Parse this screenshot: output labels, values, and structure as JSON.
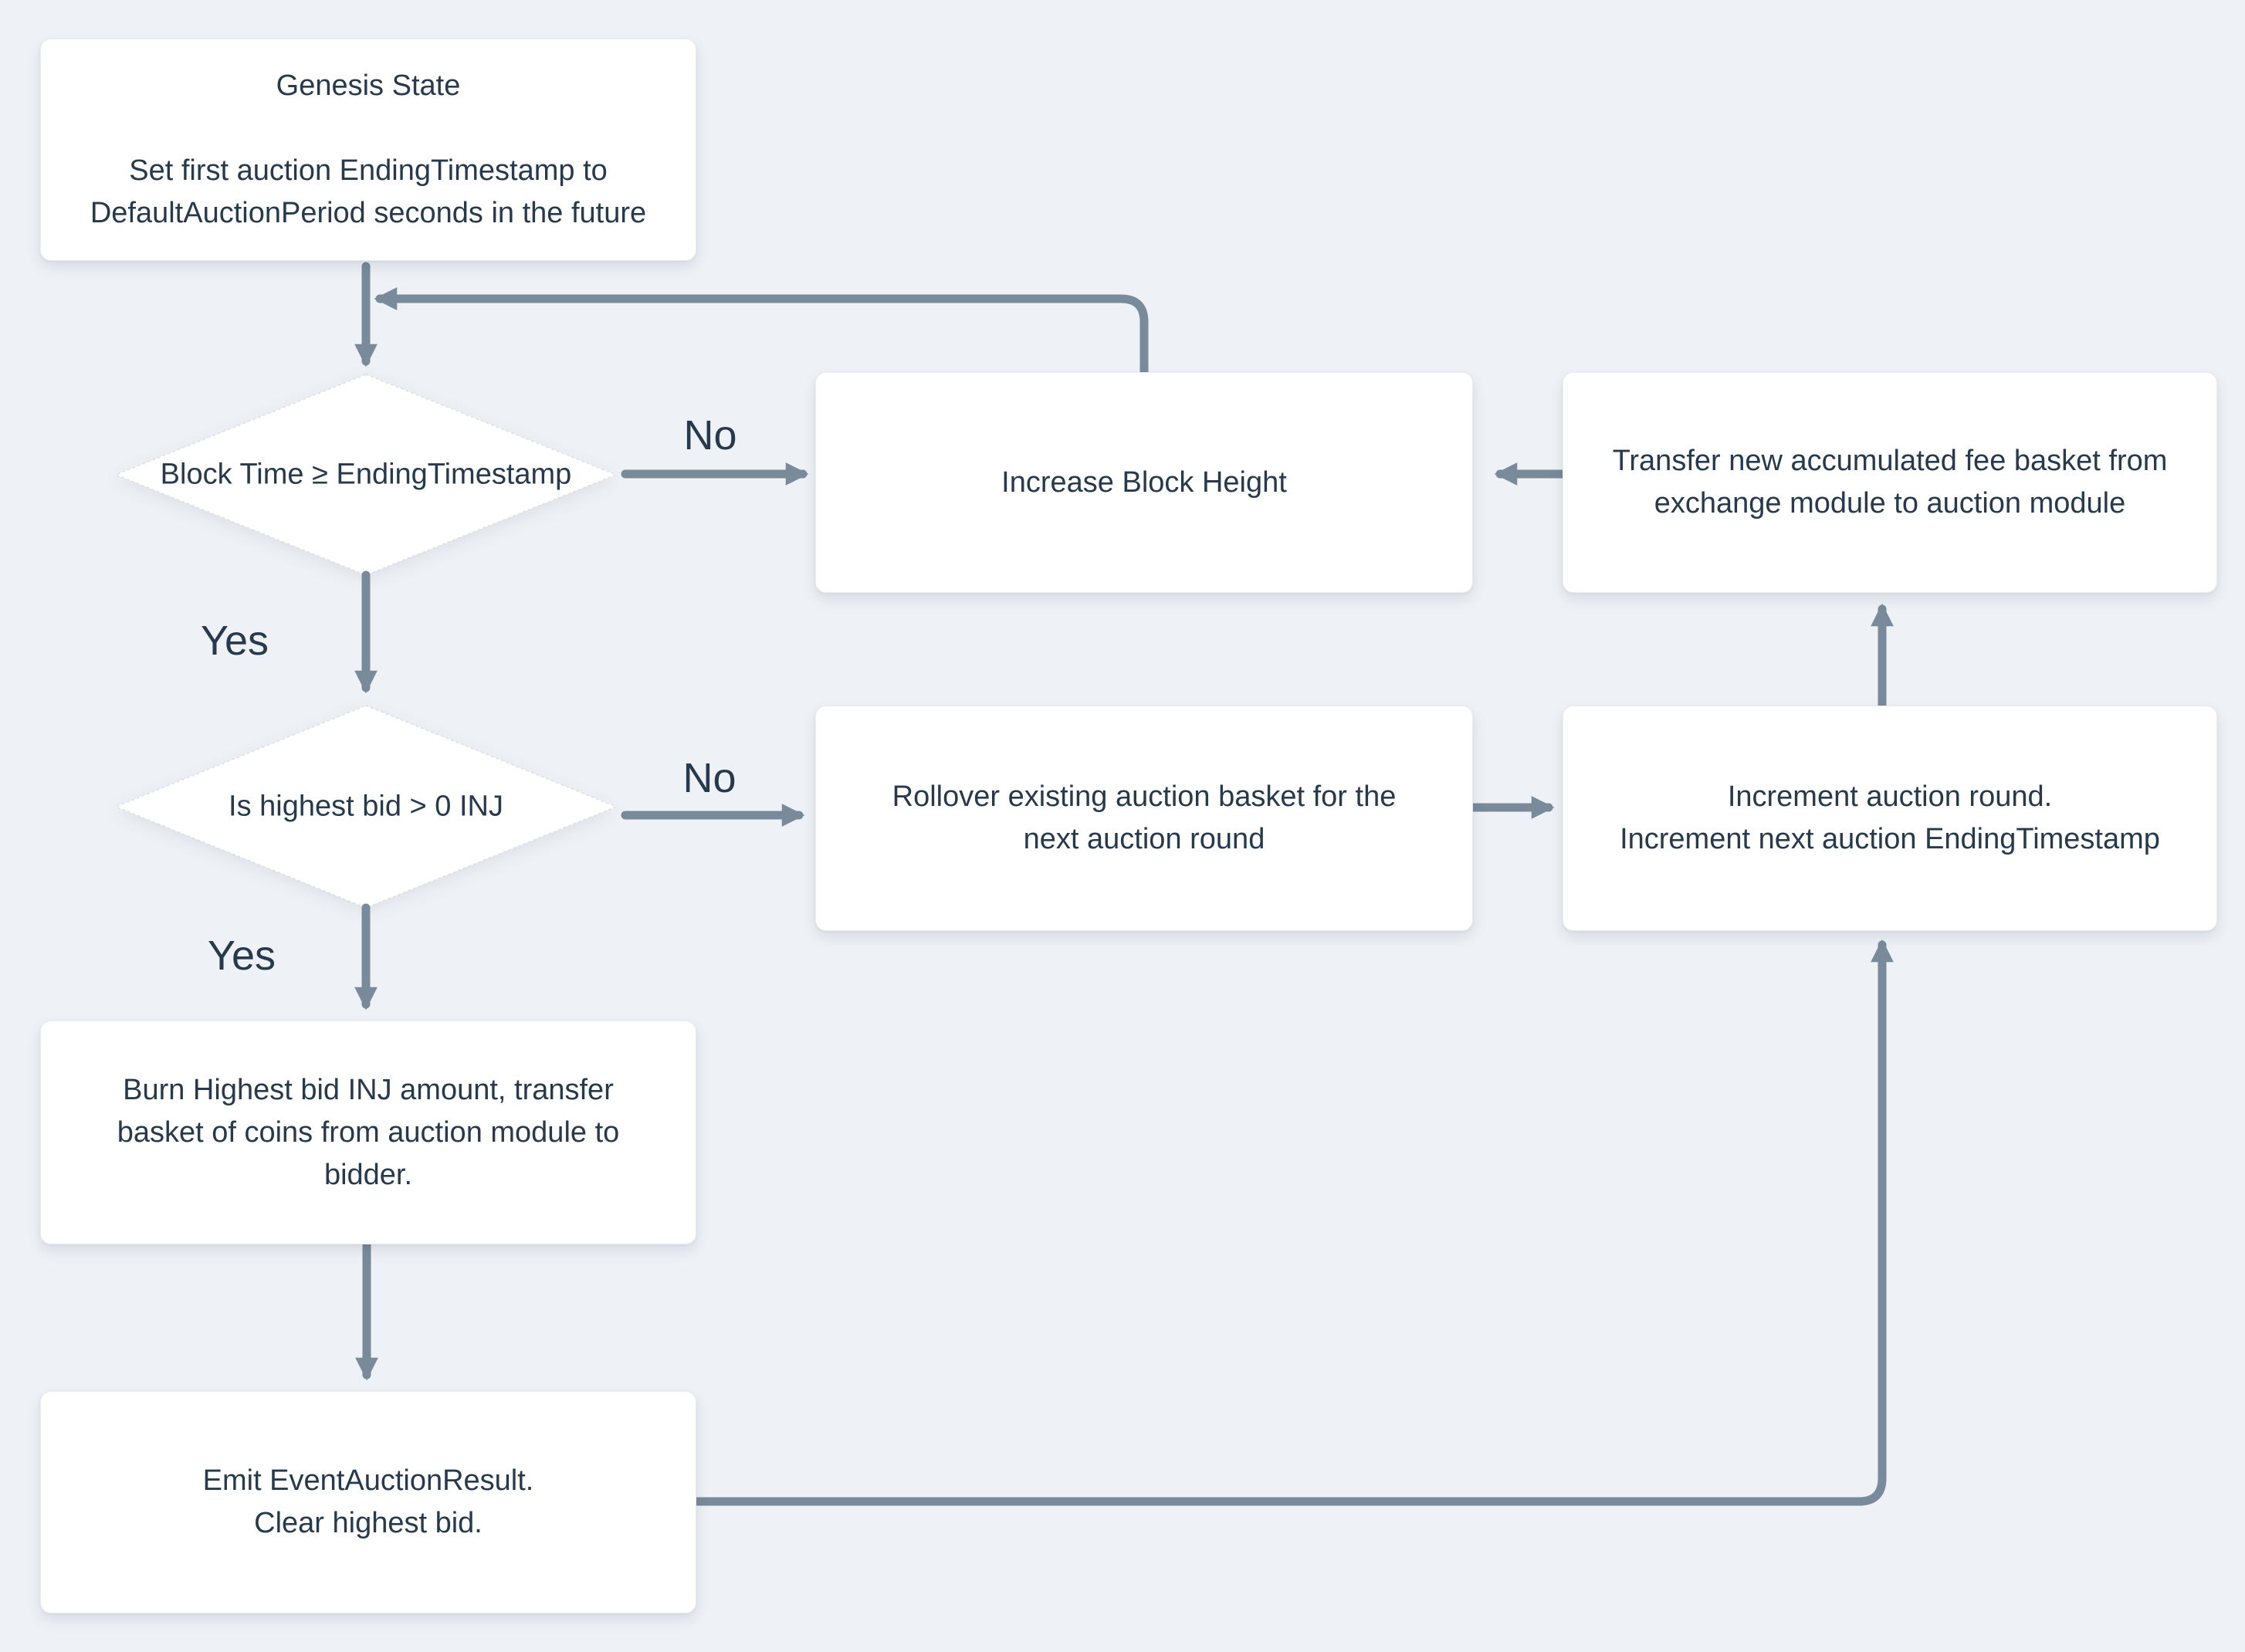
{
  "diagram": {
    "type": "flowchart",
    "colors": {
      "background": "#eef1f5",
      "node_fill": "#ffffff",
      "node_border": "#e2e7ed",
      "arrow": "#798a9b",
      "text": "#273a4d"
    },
    "nodes": {
      "genesis": {
        "text": "Genesis State\n\nSet first auction EndingTimestamp to\nDefaultAuctionPeriod seconds in the future"
      },
      "check_block_time": {
        "text": "Block Time ≥ EndingTimestamp"
      },
      "increase_block_height": {
        "text": "Increase Block Height"
      },
      "transfer_fee_basket": {
        "text": "Transfer new accumulated fee basket from\nexchange module to auction module"
      },
      "check_highest_bid": {
        "text": "Is highest bid > 0 INJ"
      },
      "rollover_basket": {
        "text": "Rollover existing auction basket for the\nnext auction round"
      },
      "increment_round": {
        "text": "Increment auction round.\nIncrement next auction EndingTimestamp"
      },
      "burn_bid": {
        "text": "Burn Highest bid INJ amount, transfer\nbasket of coins from auction module to\nbidder."
      },
      "emit_event": {
        "text": "Emit EventAuctionResult.\nClear highest bid."
      }
    },
    "edge_labels": {
      "block_time_no": "No",
      "block_time_yes": "Yes",
      "highest_bid_no": "No",
      "highest_bid_yes": "Yes"
    }
  }
}
